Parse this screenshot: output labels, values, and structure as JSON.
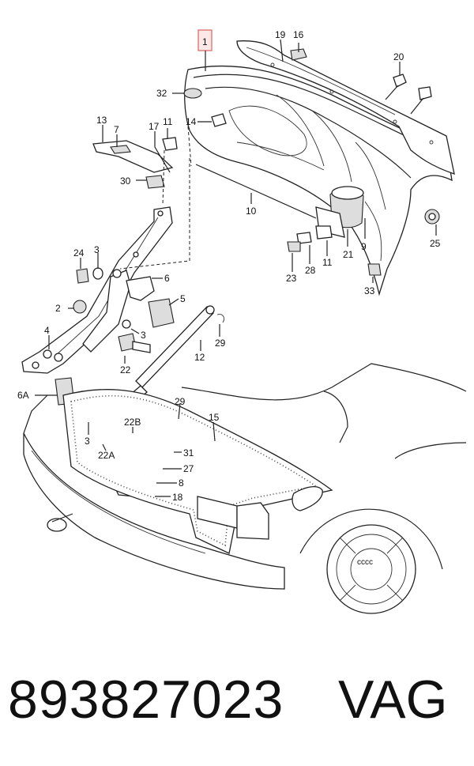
{
  "diagram": {
    "callouts": {
      "c1": "1",
      "c19": "19",
      "c16": "16",
      "c20": "20",
      "c32": "32",
      "c14": "14",
      "c13": "13",
      "c7": "7",
      "c17": "17",
      "c11a": "11",
      "c30": "30",
      "c10": "10",
      "c9": "9",
      "c21": "21",
      "c25": "25",
      "c24": "24",
      "c3a": "3",
      "c6": "6",
      "c5": "5",
      "c2": "2",
      "c3b": "3",
      "c4": "4",
      "c12": "12",
      "c29a": "29",
      "c22": "22",
      "c28": "28",
      "c11b": "11",
      "c23": "23",
      "c33": "33",
      "c6a": "6A",
      "c29b": "29",
      "c15": "15",
      "c22b": "22B",
      "c3c": "3",
      "c22a": "22A",
      "c31": "31",
      "c27": "27",
      "c8": "8",
      "c18": "18"
    },
    "emblem_text": "cccc",
    "highlight_color": "#e06060"
  },
  "footer": {
    "part_number": "893827023",
    "brand": "VAG"
  }
}
